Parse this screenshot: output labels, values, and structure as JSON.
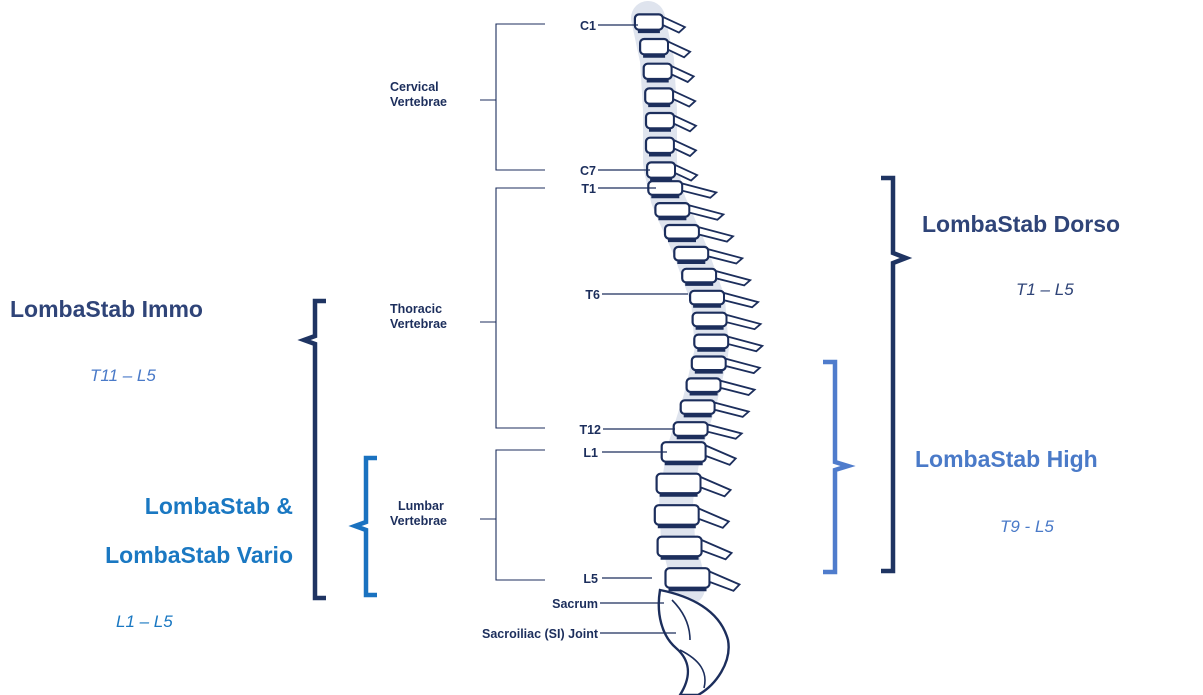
{
  "vertebra_labels": {
    "c1": "C1",
    "c7": "C7",
    "t1": "T1",
    "t6": "T6",
    "t12": "T12",
    "l1": "L1",
    "l5": "L5",
    "sacrum": "Sacrum",
    "si_joint": "Sacroiliac (SI) Joint"
  },
  "regions": {
    "cervical": [
      "Cervical",
      "Vertebrae"
    ],
    "thoracic": [
      "Thoracic",
      "Vertebrae"
    ],
    "lumbar": [
      "Lumbar",
      "Vertebrae"
    ]
  },
  "products": {
    "immo": {
      "name": "LombaStab Immo",
      "range": "T11 – L5"
    },
    "lombastab": {
      "name_lines": [
        "LombaStab &",
        "LombaStab Vario"
      ],
      "range": "L1 – L5"
    },
    "dorso": {
      "name": "LombaStab Dorso",
      "range": "T1 – L5"
    },
    "high": {
      "name": "LombaStab High",
      "range": "T9 - L5"
    }
  },
  "colors": {
    "navy": "#2f4478",
    "blue": "#1a78c2",
    "light_blue": "#4a7ac8",
    "bracket_navy": "#1f3462",
    "bone_outline": "#1c2e5c"
  }
}
